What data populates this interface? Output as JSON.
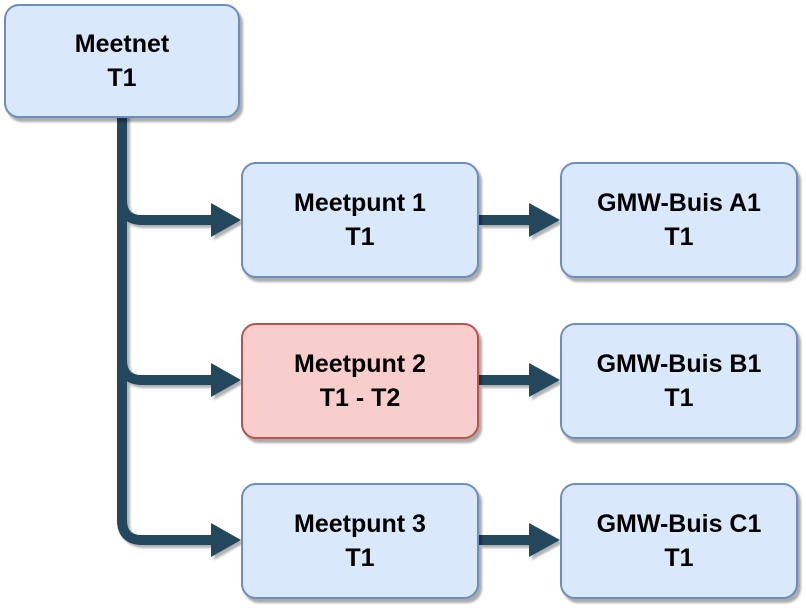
{
  "diagram": {
    "background_color": "#ffffff",
    "connector_color": "#23485E",
    "palette": {
      "blue_fill": "#DAE8FC",
      "blue_border": "#6C8EBF",
      "red_fill": "#F8CECC",
      "red_border": "#B85450",
      "text_color": "#000000"
    },
    "nodes": {
      "meetnet": {
        "title": "Meetnet",
        "subtitle": "T1",
        "color": "blue"
      },
      "meetpunt1": {
        "title": "Meetpunt 1",
        "subtitle": "T1",
        "color": "blue"
      },
      "meetpunt2": {
        "title": "Meetpunt 2",
        "subtitle": "T1 - T2",
        "color": "red"
      },
      "meetpunt3": {
        "title": "Meetpunt 3",
        "subtitle": "T1",
        "color": "blue"
      },
      "gmw_a1": {
        "title": "GMW-Buis A1",
        "subtitle": "T1",
        "color": "blue"
      },
      "gmw_b1": {
        "title": "GMW-Buis B1",
        "subtitle": "T1",
        "color": "blue"
      },
      "gmw_c1": {
        "title": "GMW-Buis C1",
        "subtitle": "T1",
        "color": "blue"
      }
    },
    "edges": [
      {
        "from": "meetnet",
        "to": "meetpunt1"
      },
      {
        "from": "meetnet",
        "to": "meetpunt2"
      },
      {
        "from": "meetnet",
        "to": "meetpunt3"
      },
      {
        "from": "meetpunt1",
        "to": "gmw_a1"
      },
      {
        "from": "meetpunt2",
        "to": "gmw_b1"
      },
      {
        "from": "meetpunt3",
        "to": "gmw_c1"
      }
    ]
  }
}
